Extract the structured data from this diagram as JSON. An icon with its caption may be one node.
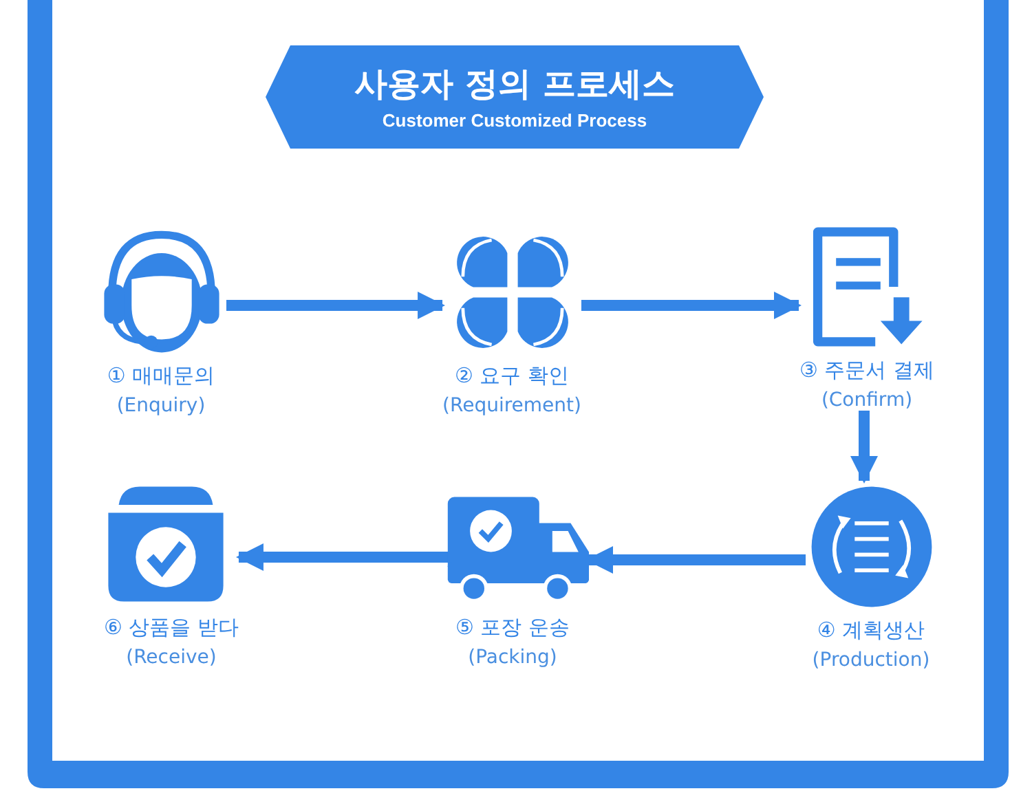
{
  "diagram": {
    "nodes": [
      {
        "text": [
          "사용자 정의 프로세스",
          "Customer Customized Process"
        ]
      },
      {
        "text": [
          "① 매매문의",
          "(Enquiry)"
        ]
      },
      {
        "text": [
          "② 요구 확인",
          "(Requirement)"
        ]
      },
      {
        "text": [
          "③ 주문서 결제",
          "(Confirm)"
        ]
      },
      {
        "text": [
          "④ 계획생산",
          "(Production)"
        ]
      },
      {
        "text": [
          "⑤ 포장 운송",
          "(Packing)"
        ]
      },
      {
        "text": [
          "⑥ 상품을 받다",
          "(Receive)"
        ]
      }
    ],
    "edges": [
      {
        "from": 1,
        "to": 2,
        "arrow": "to"
      },
      {
        "from": 2,
        "to": 3,
        "arrow": "to"
      },
      {
        "from": 3,
        "to": 4,
        "arrow": "to"
      },
      {
        "from": 4,
        "to": 5,
        "arrow": "to"
      },
      {
        "from": 5,
        "to": 6,
        "arrow": "to"
      }
    ]
  }
}
